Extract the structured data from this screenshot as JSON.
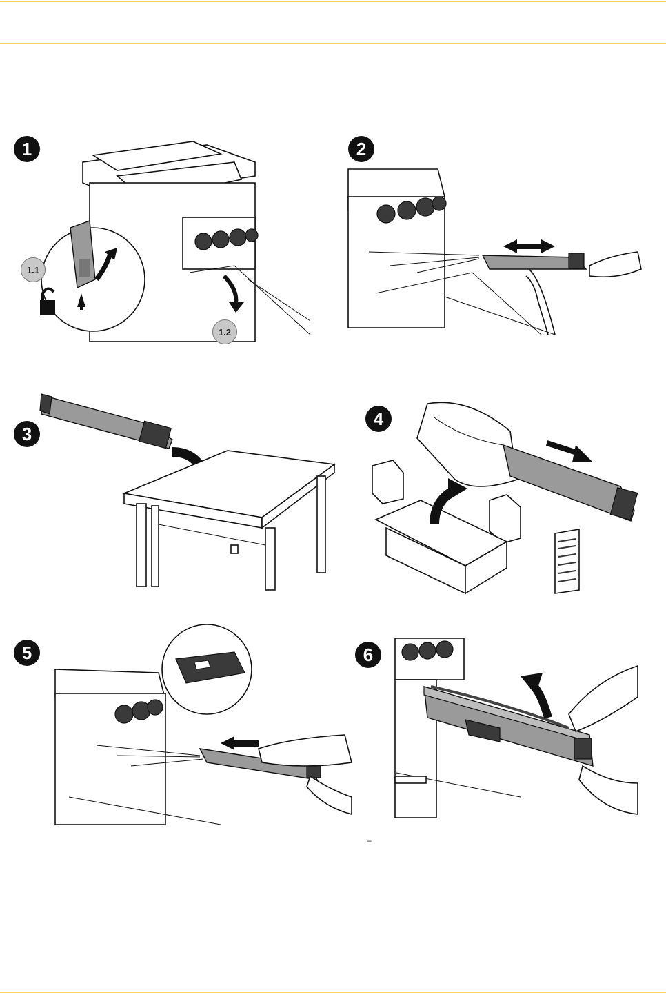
{
  "steps": [
    {
      "number": "1",
      "callouts": [
        "1.1",
        "1.2"
      ]
    },
    {
      "number": "2"
    },
    {
      "number": "3"
    },
    {
      "number": "4"
    },
    {
      "number": "5"
    },
    {
      "number": "6"
    }
  ],
  "footer_mark": "–",
  "colors": {
    "rule": "#f2d36b",
    "badge": "#111111",
    "part": "#9a9a9a"
  }
}
